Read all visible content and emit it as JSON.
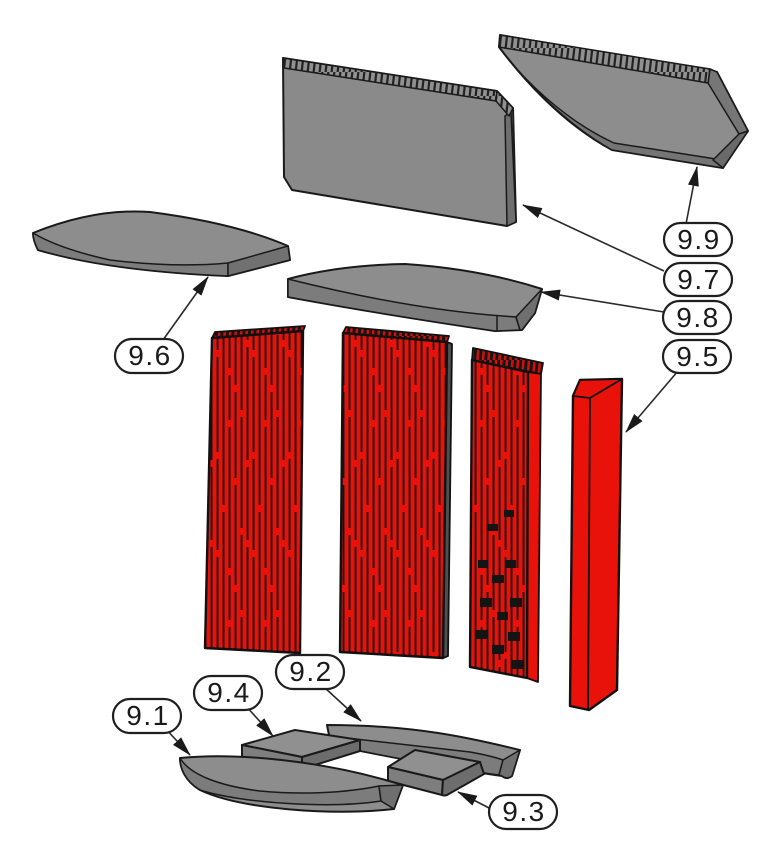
{
  "diagram": {
    "type": "exploded-parts-diagram",
    "background": "#ffffff",
    "colors": {
      "highlight_red": "#e8120a",
      "part_gray": "#8d8d8d",
      "part_gray_front": "#7c7c7c",
      "part_gray_side": "#6e6e6e",
      "outline": "#1a1a1a",
      "bubble_fill": "#ffffff",
      "bubble_stroke": "#1f1f1f"
    },
    "callouts": [
      {
        "label": "9.1",
        "part": "base-plate-front-left"
      },
      {
        "label": "9.2",
        "part": "base-plate-back"
      },
      {
        "label": "9.3",
        "part": "base-plate-front-right"
      },
      {
        "label": "9.4",
        "part": "base-plate-middle"
      },
      {
        "label": "9.5",
        "part": "side-brick-right"
      },
      {
        "label": "9.6",
        "part": "top-plate-left"
      },
      {
        "label": "9.7",
        "part": "back-panel"
      },
      {
        "label": "9.8",
        "part": "top-plate-middle"
      },
      {
        "label": "9.9",
        "part": "top-plate-right"
      }
    ]
  }
}
